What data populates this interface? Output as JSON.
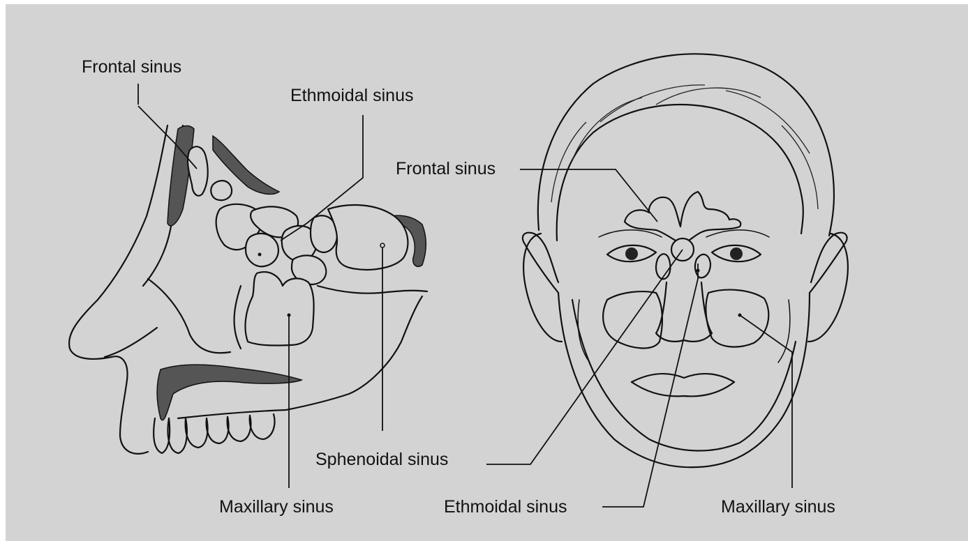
{
  "side_view": {
    "labels": {
      "frontal": "Frontal sinus",
      "ethmoidal": "Ethmoidal sinus",
      "sphenoidal": "Sphenoidal sinus",
      "maxillary": "Maxillary sinus"
    }
  },
  "front_view": {
    "labels": {
      "frontal": "Frontal sinus",
      "ethmoidal": "Ethmoidal sinus",
      "maxillary": "Maxillary sinus"
    }
  },
  "colors": {
    "background": "#d3d3d3",
    "ink": "#111111"
  }
}
